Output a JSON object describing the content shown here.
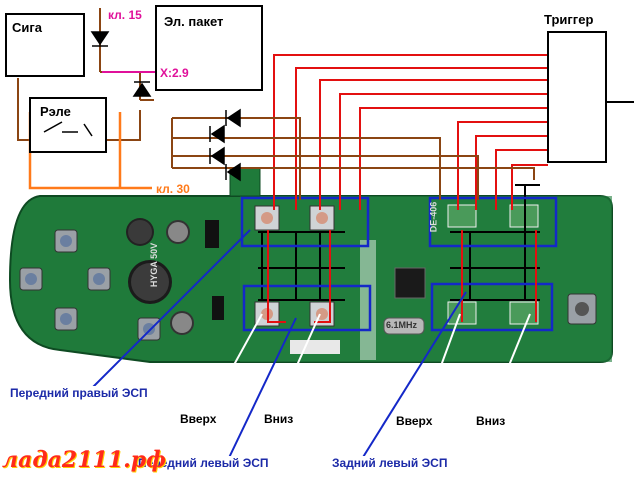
{
  "blocks": {
    "ciga": "Сига",
    "el_packet": "Эл. пакет",
    "rele": "Рэле",
    "trigger": "Триггер"
  },
  "terminals": {
    "kl15": "кл. 15",
    "x29": "X:2.9",
    "kl30": "кл. 30"
  },
  "callouts": {
    "front_right_esp": "Передний правый ЭСП",
    "front_left_esp": "Передний левый ЭСП",
    "rear_left_esp": "Задний левый ЭСП",
    "up_1": "Вверх",
    "down_1": "Вниз",
    "up_2": "Вверх",
    "down_2": "Вниз"
  },
  "watermark": "лада2111.рф",
  "board_print": {
    "cap_1": "HYGA 50V",
    "part_code": "DE-406",
    "chip": "6.1MHz"
  },
  "colors": {
    "wire_brown": "#8b4513",
    "wire_red": "#e31010",
    "wire_orange": "#ff7a1a",
    "wire_pink": "#e0109a",
    "outline_blue": "#1428c8",
    "pcb_green": "#1f7a3a"
  }
}
